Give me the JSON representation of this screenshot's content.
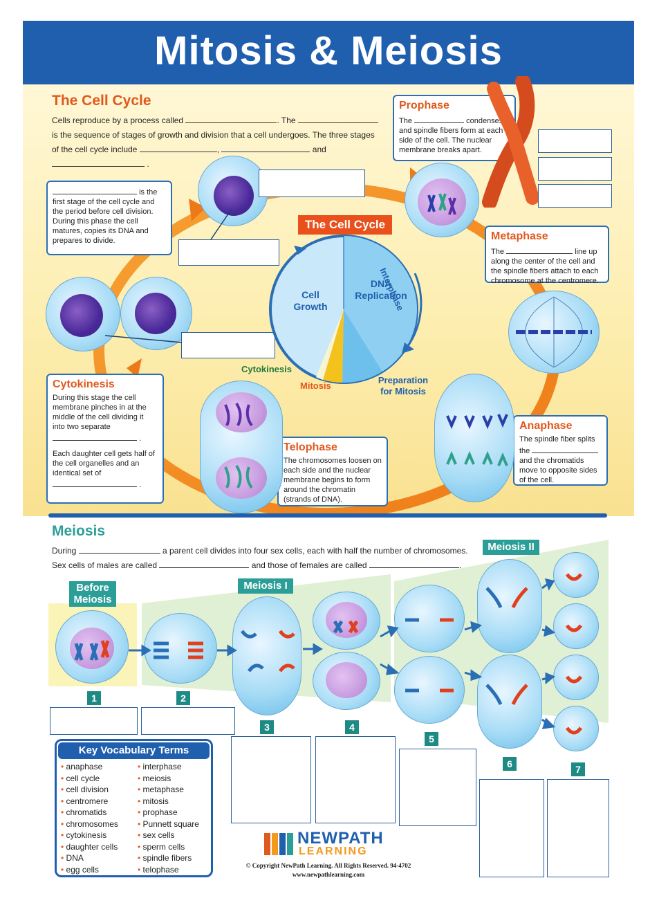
{
  "title": "Mitosis & Meiosis",
  "cell_cycle": {
    "heading": "The Cell Cycle",
    "intro": {
      "l1a": "Cells reproduce by a process called",
      "l1b": ". The",
      "l2": "is the sequence of stages of growth and division that a cell undergoes. The three stages",
      "l3a": "of the cell cycle include",
      "l3b": ",",
      "l3c": "and",
      "l4": "."
    },
    "interphase_callout": {
      "tail": "is the",
      "text": "first stage of the cell cycle and the period before cell division. During this phase the cell matures, copies its DNA and prepares to divide."
    },
    "prophase": {
      "heading": "Prophase",
      "pre": "The",
      "post": "condenses",
      "text": "and spindle fibers form at each side of the cell. The nuclear membrane breaks apart."
    },
    "metaphase": {
      "heading": "Metaphase",
      "pre": "The",
      "post": "line up",
      "text": "along the center of the cell and the spindle fibers attach to each chromosome at the centromere."
    },
    "anaphase": {
      "heading": "Anaphase",
      "l1": "The spindle fiber splits",
      "l2": "the",
      "text": "and the chromatids move to opposite sides of the cell."
    },
    "telophase": {
      "heading": "Telophase",
      "text": "The chromosomes loosen on each side and the nuclear membrane begins to form around the chromatin (strands of DNA)."
    },
    "cytokinesis": {
      "heading": "Cytokinesis",
      "text": "During this stage the cell membrane pinches in at the middle of the cell dividing it into two separate",
      "text2": "Each daughter cell gets half of the cell organelles and an identical set of",
      "period": "."
    },
    "pie": {
      "title": "The Cell Cycle",
      "cell_growth": "Cell Growth",
      "dna_replication": "DNA Replication",
      "interphase": "Interphase",
      "cytokinesis": "Cytokinesis",
      "mitosis": "Mitosis",
      "preparation": "Preparation for Mitosis"
    }
  },
  "meiosis": {
    "heading": "Meiosis",
    "l1a": "During",
    "l1b": "a parent cell divides into four sex cells, each with half the number of chromosomes.",
    "l2a": "Sex cells of males are called",
    "l2b": "and those of females are called",
    "l2c": ".",
    "tag_before": "Before Meiosis",
    "tag_meiosis1": "Meiosis I",
    "tag_meiosis2": "Meiosis II",
    "steps": [
      "1",
      "2",
      "3",
      "4",
      "5",
      "6",
      "7"
    ]
  },
  "vocab": {
    "heading": "Key Vocabulary Terms",
    "col1": [
      "anaphase",
      "cell cycle",
      "cell division",
      "centromere",
      "chromatids",
      "chromosomes",
      "cytokinesis",
      "daughter cells",
      "DNA",
      "egg cells"
    ],
    "col2": [
      "interphase",
      "meiosis",
      "metaphase",
      "mitosis",
      "prophase",
      "Punnett square",
      "sex cells",
      "sperm cells",
      "spindle fibers",
      "telophase"
    ]
  },
  "footer": {
    "brand_top": "NEWPATH",
    "brand_bottom": "LEARNING",
    "copyright": "© Copyright NewPath Learning. All Rights Reserved. 94-4702",
    "url": "www.newpathlearning.com"
  },
  "colors": {
    "banner": "#1f5fae",
    "accent_orange": "#e05a1e",
    "teal": "#2b9f97",
    "cell_blue": "#a8dcf6"
  }
}
